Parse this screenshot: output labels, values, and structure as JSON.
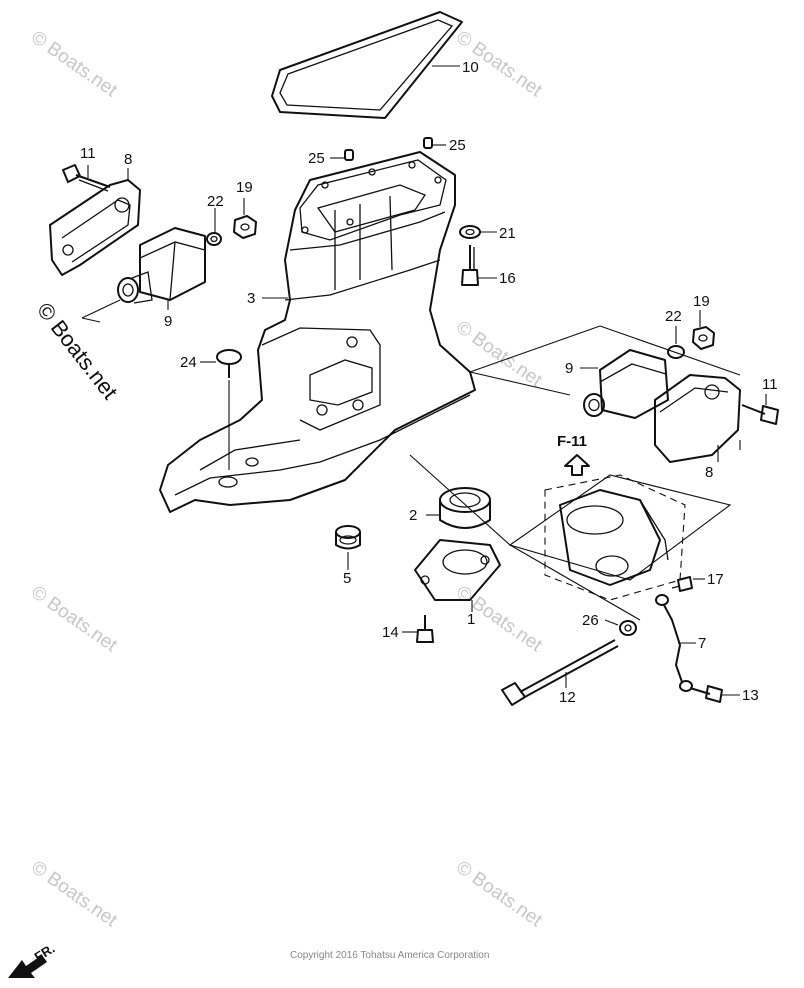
{
  "diagram": {
    "callouts": {
      "c1": "1",
      "c2": "2",
      "c3": "3",
      "c5": "5",
      "c7": "7",
      "c8_left": "8",
      "c8_right": "8",
      "c9_left": "9",
      "c9_right": "9",
      "c10": "10",
      "c11_left": "11",
      "c11_right": "11",
      "c12": "12",
      "c13": "13",
      "c14": "14",
      "c16": "16",
      "c17": "17",
      "c19_left": "19",
      "c19_right": "19",
      "c21": "21",
      "c22_left": "22",
      "c22_right": "22",
      "c24": "24",
      "c25_left": "25",
      "c25_right": "25",
      "c26": "26"
    },
    "figure_ref": "F-11",
    "front_marker": "FR.",
    "copyright": "Copyright 2016 Tohatsu America Corporation",
    "watermark_main": "© Boats.net",
    "watermark_faint": "© Boats.net"
  }
}
